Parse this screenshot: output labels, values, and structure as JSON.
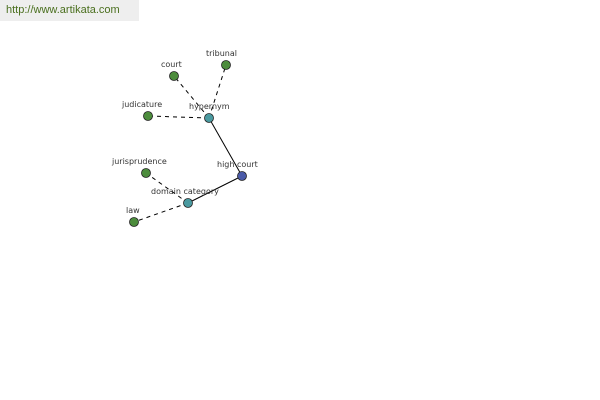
{
  "banner": {
    "url": "http://www.artikata.com"
  },
  "colors": {
    "leaf": "#4c8c3c",
    "relation": "#4a9aa0",
    "center": "#4a5aa8",
    "edge": "#000000",
    "node_stroke": "#222222"
  },
  "graph": {
    "nodes": [
      {
        "id": "high-court",
        "label": "high court",
        "kind": "center"
      },
      {
        "id": "hypernym",
        "label": "hypernym",
        "kind": "relation"
      },
      {
        "id": "domain-category",
        "label": "domain category",
        "kind": "relation"
      },
      {
        "id": "court",
        "label": "court",
        "kind": "leaf"
      },
      {
        "id": "tribunal",
        "label": "tribunal",
        "kind": "leaf"
      },
      {
        "id": "judicature",
        "label": "judicature",
        "kind": "leaf"
      },
      {
        "id": "jurisprudence",
        "label": "jurisprudence",
        "kind": "leaf"
      },
      {
        "id": "law",
        "label": "law",
        "kind": "leaf"
      }
    ],
    "edges": [
      {
        "from": "high-court",
        "to": "hypernym",
        "style": "solid"
      },
      {
        "from": "high-court",
        "to": "domain-category",
        "style": "solid"
      },
      {
        "from": "hypernym",
        "to": "court",
        "style": "dashed"
      },
      {
        "from": "hypernym",
        "to": "tribunal",
        "style": "dashed"
      },
      {
        "from": "hypernym",
        "to": "judicature",
        "style": "dashed"
      },
      {
        "from": "domain-category",
        "to": "jurisprudence",
        "style": "dashed"
      },
      {
        "from": "domain-category",
        "to": "law",
        "style": "dashed"
      }
    ]
  }
}
